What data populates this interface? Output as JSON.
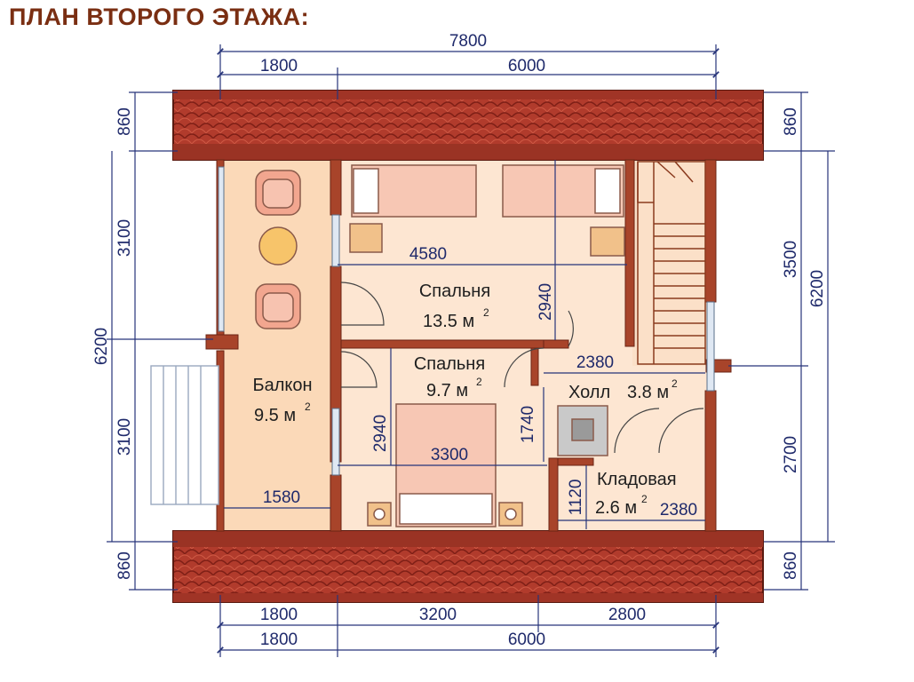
{
  "title": "ПЛАН ВТОРОГО ЭТАЖА:",
  "colors": {
    "roof": "#b13b2c",
    "wall": "#a8442a",
    "floor": "#fde6d2",
    "balcony_floor": "#fbd9b8",
    "dimension_line": "#27347a",
    "title": "#7a2e12"
  },
  "dimensions": {
    "top_total": "7800",
    "top_left": "1800",
    "top_right": "6000",
    "left_roof_top": "860",
    "left_upper": "3100",
    "left_total": "6200",
    "left_lower": "3100",
    "left_roof_bottom": "860",
    "right_roof_top": "860",
    "right_upper": "3500",
    "right_total": "6200",
    "right_lower": "2700",
    "right_roof_bottom": "860",
    "bottom_row1_a": "1800",
    "bottom_row1_b": "3200",
    "bottom_row1_c": "2800",
    "bottom_row2_a": "1800",
    "bottom_row2_b": "6000",
    "inner_bedroom1_width": "4580",
    "inner_bedroom1_depth": "2940",
    "inner_bedroom2_depth": "2940",
    "inner_bedroom2_width": "3300",
    "inner_hall_width": "2380",
    "inner_hall_depth": "1740",
    "inner_storage_depth": "1120",
    "inner_storage_width": "2380",
    "inner_balcony_width": "1580"
  },
  "rooms": {
    "bedroom1": {
      "name": "Спальня",
      "area": "13.5 м",
      "unit_sup": "2"
    },
    "bedroom2": {
      "name": "Спальня",
      "area": "9.7 м",
      "unit_sup": "2"
    },
    "balcony": {
      "name": "Балкон",
      "area": "9.5 м",
      "unit_sup": "2"
    },
    "hall": {
      "name": "Холл",
      "area": "3.8 м",
      "unit_sup": "2"
    },
    "storage": {
      "name": "Кладовая",
      "area": "2.6 м",
      "unit_sup": "2"
    }
  }
}
